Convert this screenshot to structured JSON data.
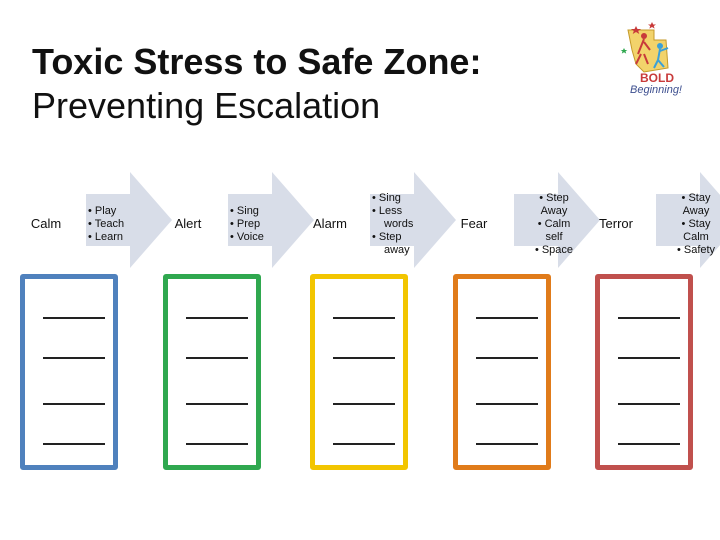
{
  "title": {
    "line1": "Toxic Stress to Safe Zone:",
    "line2": "Preventing Escalation"
  },
  "logo": {
    "word1": "BOLD",
    "word2": "Beginning!"
  },
  "stages": [
    {
      "name": "Calm",
      "items": [
        "• Play",
        "• Teach",
        "• Learn"
      ],
      "color": "#4f81bd",
      "align": "left"
    },
    {
      "name": "Alert",
      "items": [
        "• Sing",
        "• Prep",
        "• Voice"
      ],
      "color": "#2fa84f",
      "align": "left"
    },
    {
      "name": "Alarm",
      "items": [
        "• Sing",
        "• Less",
        "words",
        "• Step",
        "away"
      ],
      "color": "#f2c500",
      "align": "left"
    },
    {
      "name": "Fear",
      "items": [
        "• Step",
        "Away",
        "• Calm",
        "self",
        "• Space"
      ],
      "color": "#e07b1a",
      "align": "center"
    },
    {
      "name": "Terror",
      "items": [
        "• Stay",
        "Away",
        "• Stay",
        "Calm",
        "• Safety"
      ],
      "color": "#c0504d",
      "align": "center"
    }
  ]
}
